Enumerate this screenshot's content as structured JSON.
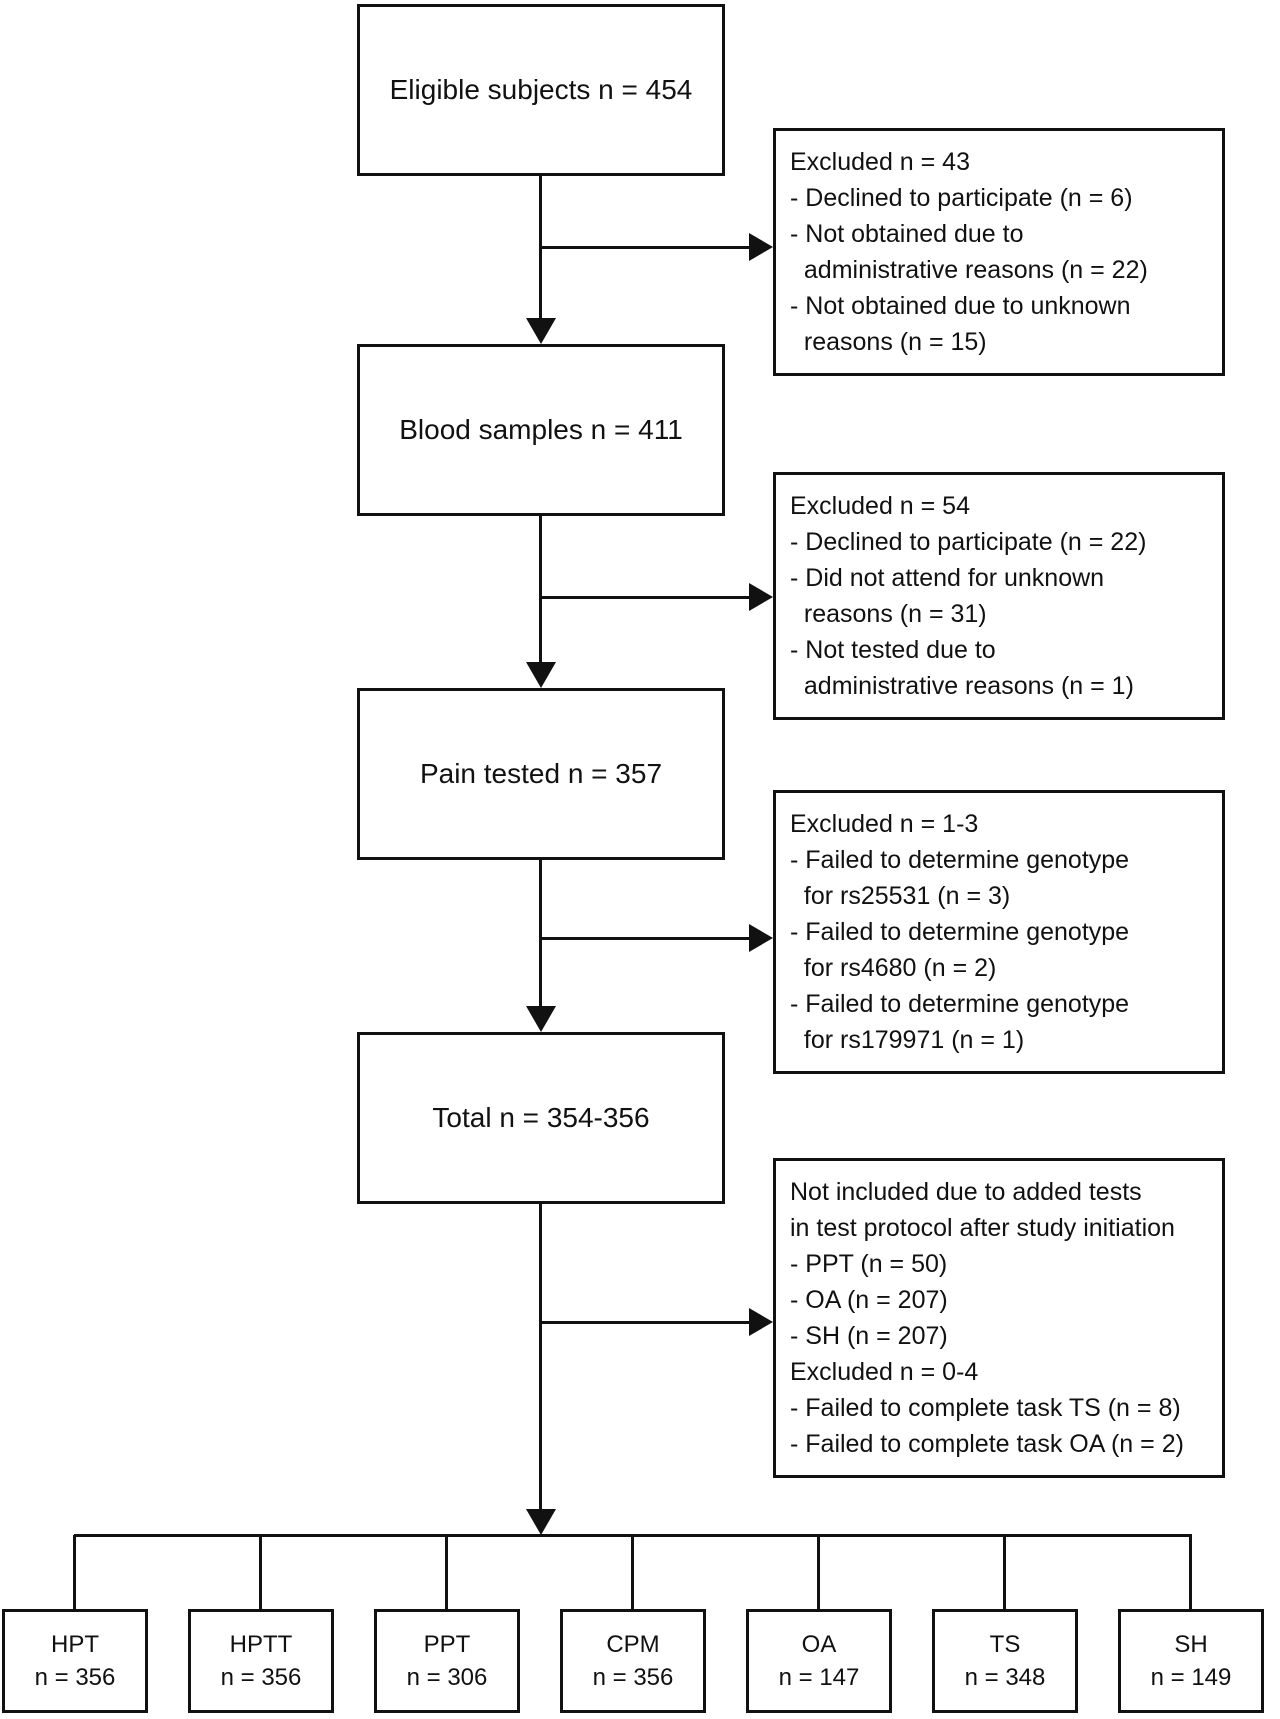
{
  "main_boxes": {
    "eligible": "Eligible subjects n = 454",
    "blood": "Blood samples n = 411",
    "pain": "Pain tested n = 357",
    "total": "Total n = 354-356"
  },
  "side_boxes": {
    "s1": {
      "lines": [
        "Excluded n = 43",
        "- Declined to participate (n = 6)",
        "- Not obtained due to",
        "  administrative reasons (n = 22)",
        "- Not obtained due to unknown",
        "  reasons (n = 15)"
      ]
    },
    "s2": {
      "lines": [
        "Excluded n = 54",
        "- Declined to participate (n = 22)",
        "- Did not attend for unknown",
        "  reasons (n = 31)",
        "- Not tested due to",
        "  administrative reasons (n = 1)"
      ]
    },
    "s3": {
      "lines": [
        "Excluded n = 1-3",
        "- Failed to determine genotype",
        "  for rs25531 (n = 3)",
        "- Failed to determine genotype",
        "  for rs4680 (n = 2)",
        "- Failed to determine genotype",
        "  for rs179971 (n = 1)"
      ]
    },
    "s4": {
      "lines": [
        "Not included due to added tests",
        "in test protocol after study initiation",
        "- PPT (n = 50)",
        "- OA (n = 207)",
        "- SH (n = 207)",
        "Excluded n = 0-4",
        "- Failed to complete task TS (n = 8)",
        "- Failed to complete task OA (n = 2)"
      ]
    }
  },
  "outcome_boxes": [
    {
      "label": "HPT",
      "count": "n = 356"
    },
    {
      "label": "HPTT",
      "count": "n = 356"
    },
    {
      "label": "PPT",
      "count": "n = 306"
    },
    {
      "label": "CPM",
      "count": "n = 356"
    },
    {
      "label": "OA",
      "count": "n = 147"
    },
    {
      "label": "TS",
      "count": "n = 348"
    },
    {
      "label": "SH",
      "count": "n = 149"
    }
  ],
  "colors": {
    "line": "#111111",
    "background": "#ffffff"
  }
}
